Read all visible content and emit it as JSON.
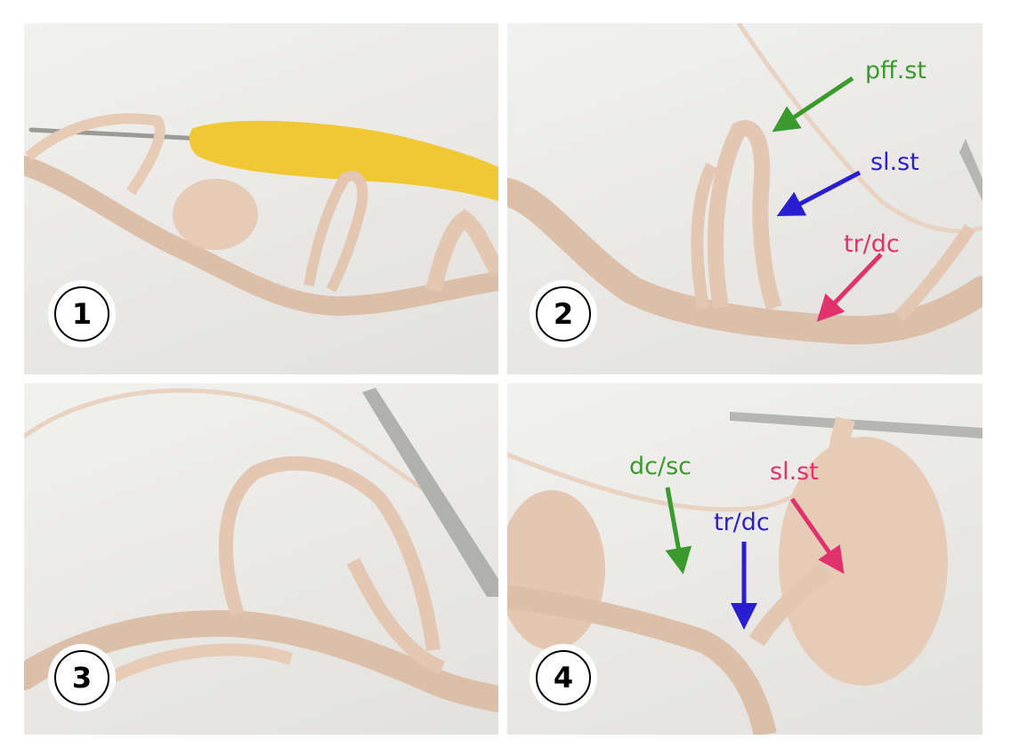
{
  "steps": [
    {
      "number": "1",
      "labels": []
    },
    {
      "number": "2",
      "labels": [
        {
          "text": "pff.st",
          "color": "#3a9a2e"
        },
        {
          "text": "sl.st",
          "color": "#2a1fd0"
        },
        {
          "text": "tr/dc",
          "color": "#e0336e"
        }
      ]
    },
    {
      "number": "3",
      "labels": []
    },
    {
      "number": "4",
      "labels": [
        {
          "text": "dc/sc",
          "color": "#3a9a2e"
        },
        {
          "text": "tr/dc",
          "color": "#2a1fd0"
        },
        {
          "text": "sl.st",
          "color": "#e0336e"
        }
      ]
    }
  ],
  "colors": {
    "yarn": "#e8cdb9",
    "yarn_shadow": "#d2b29b",
    "hook_handle": "#f0c92e",
    "hook_metal": "#a9a9a6",
    "background": "#ebeae7"
  }
}
